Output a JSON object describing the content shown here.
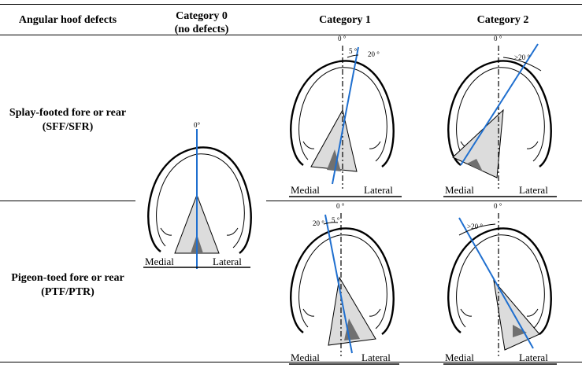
{
  "headers": {
    "col0": "Angular hoof defects",
    "cat0_line1": "Category 0",
    "cat0_line2": "(no defects)",
    "cat1": "Category 1",
    "cat2": "Category 2"
  },
  "rows": [
    {
      "line1": "Splay-footed fore or rear",
      "line2": "(SFF/SFR)"
    },
    {
      "line1": "Pigeon-toed fore or rear",
      "line2": "(PTF/PTR)"
    }
  ],
  "labels": {
    "medial": "Medial",
    "lateral": "Lateral",
    "zero": "0°",
    "zero_spaced": "0 °",
    "five": "5 °",
    "twenty": "20 °",
    "gt20": ">20 °"
  },
  "colors": {
    "axis_line": "#1f6fcf",
    "hoof_light": "#dcdcdc",
    "hoof_dark": "#707070",
    "hoof_tip": "#9a9a9a"
  }
}
